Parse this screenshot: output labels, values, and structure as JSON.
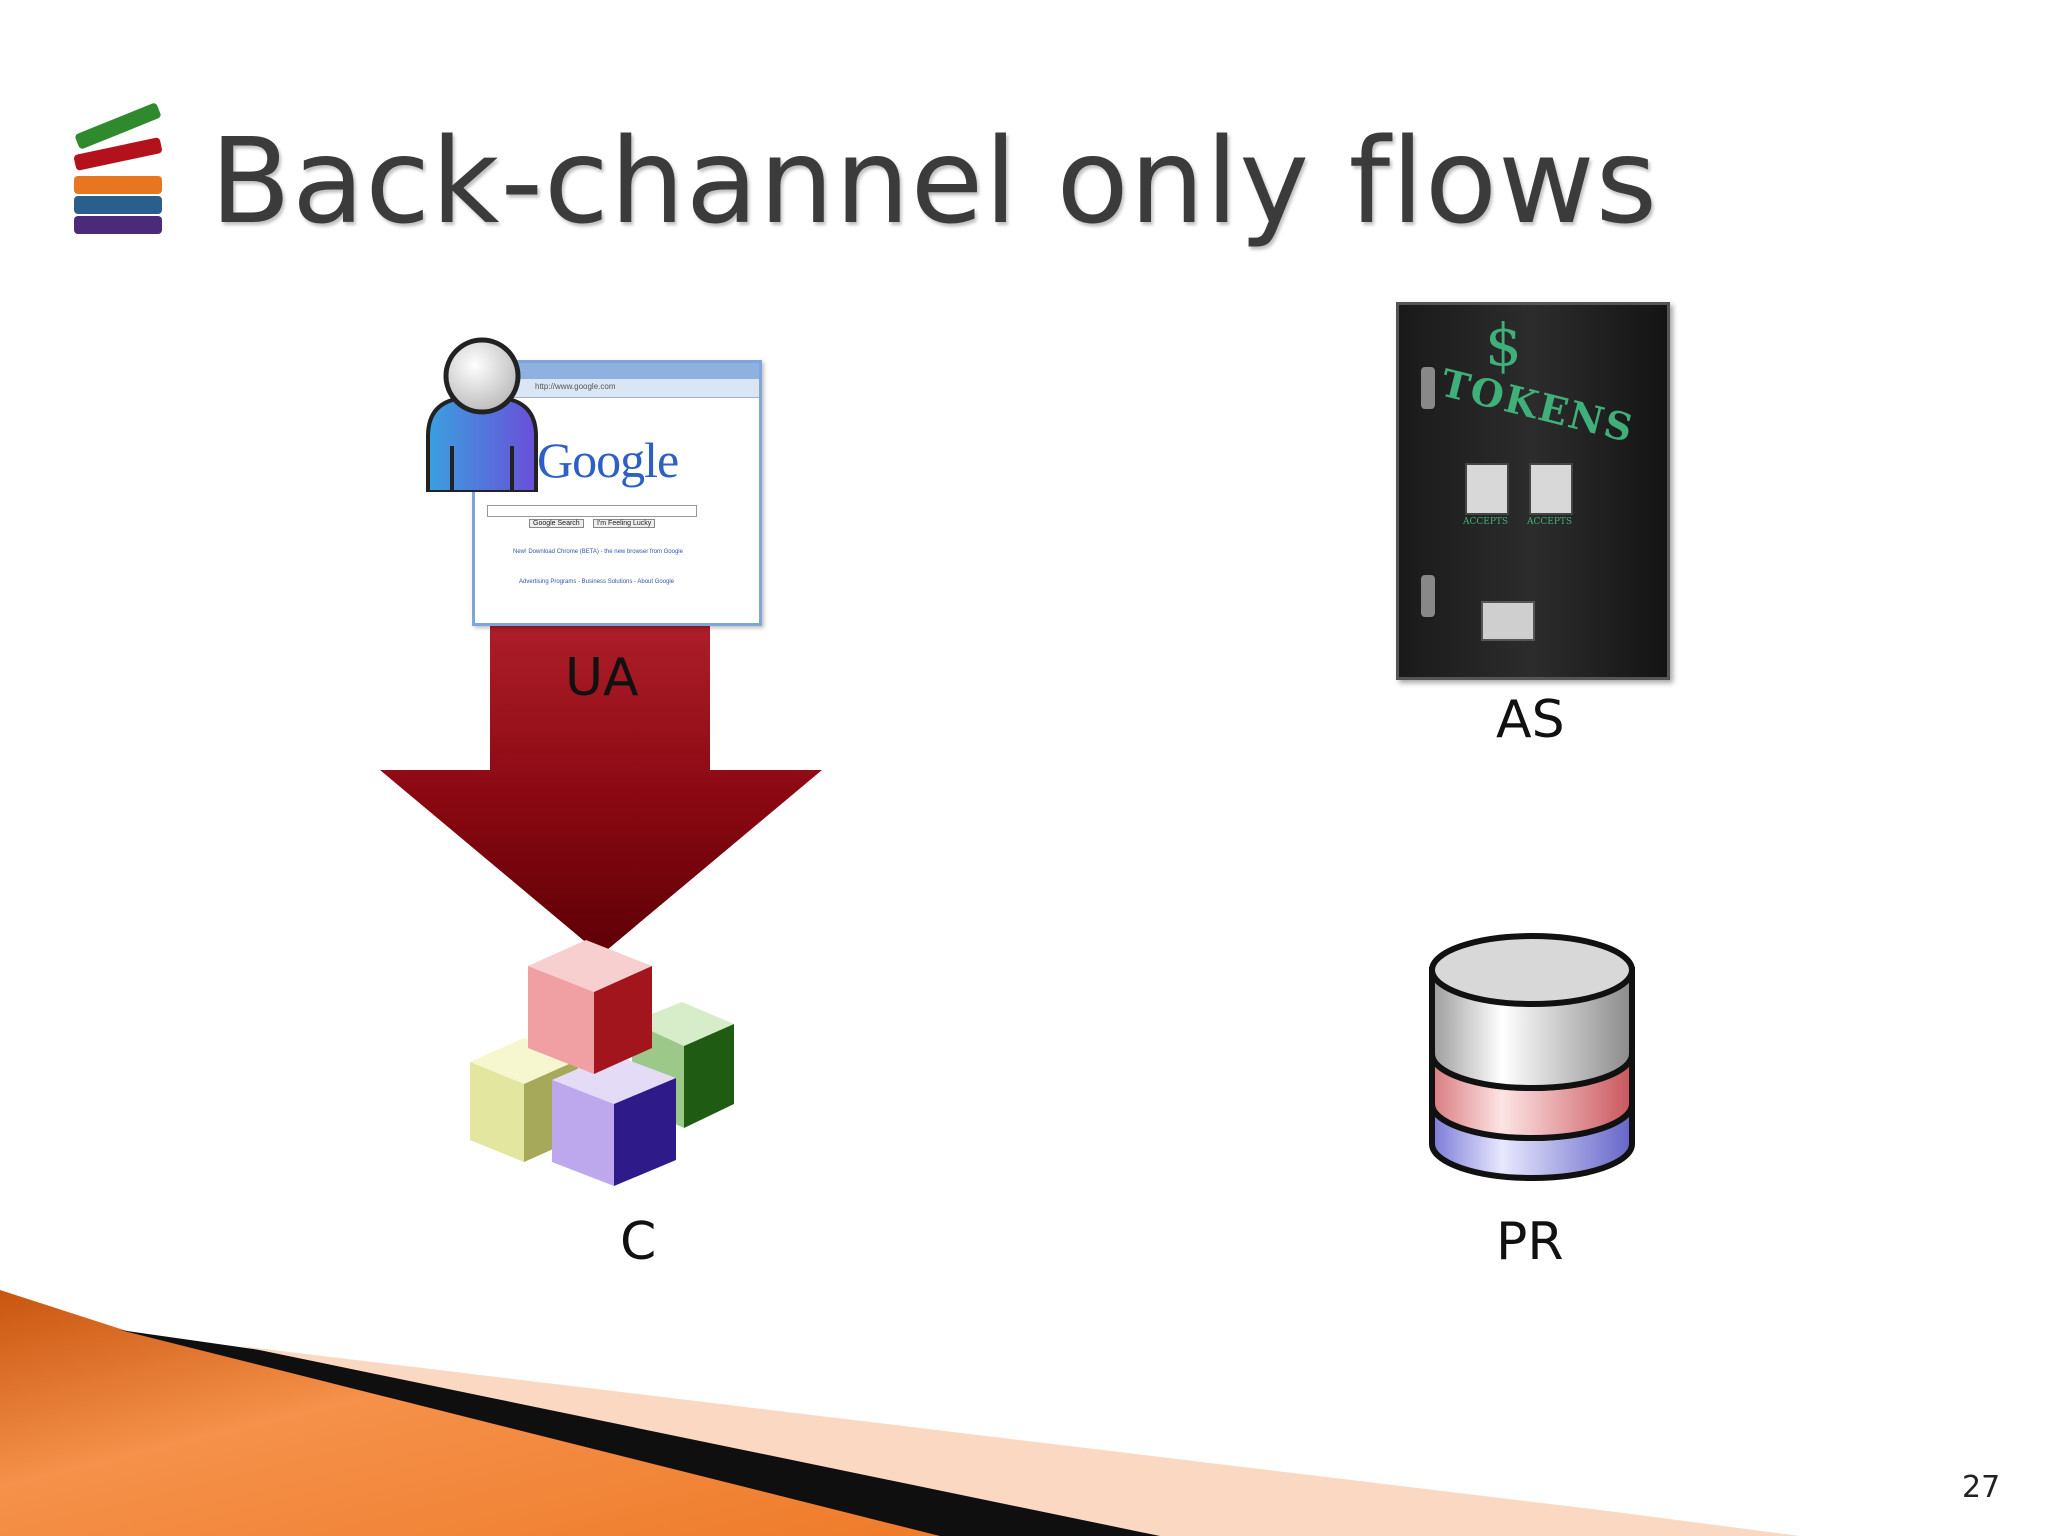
{
  "slide": {
    "title": "Back-channel only flows",
    "page_number": "27"
  },
  "nodes": {
    "ua": {
      "label": "UA"
    },
    "client": {
      "label": "C"
    },
    "as": {
      "label": "AS"
    },
    "pr": {
      "label": "PR"
    }
  },
  "browser_window": {
    "google_logo": "Google",
    "url": "http://www.google.com",
    "search_button": "Google Search",
    "lucky_button": "I'm Feeling Lucky",
    "promo": "New! Download Chrome (BETA) - the new browser from Google",
    "footer_links": "Advertising Programs - Business Solutions - About Google"
  },
  "token_machine": {
    "symbol": "$",
    "sign": "TOKENS",
    "accepts_left": "ACCEPTS",
    "accepts_right": "ACCEPTS"
  },
  "colors": {
    "arrow_dark": "#6e0008",
    "arrow_light": "#b0202b",
    "orange_swoosh": "#f07a22",
    "title_text": "#3b3b3b"
  }
}
